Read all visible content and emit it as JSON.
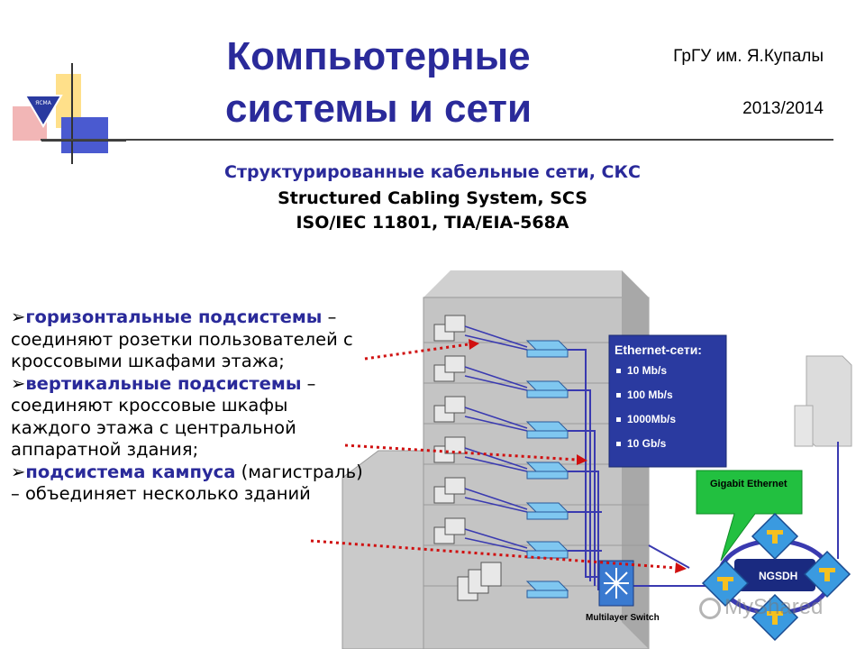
{
  "header": {
    "title_line1": "Компьютерные",
    "title_line2": "системы и сети",
    "org": "ГрГУ им. Я.Купалы",
    "year": "2013/2014",
    "logo_text": "ЯСМА"
  },
  "subtitle": {
    "line1": "Структурированные кабельные сети, СКС",
    "line2": "Structured Cabling System, SCS",
    "line3": "ISO/IEC 11801, TIA/EIA-568A"
  },
  "content": {
    "items": [
      {
        "bullet": "➢",
        "term": "горизонтальные подсистемы",
        "desc": " – соединяют розетки пользователей с кроссовыми шкафами этажа;"
      },
      {
        "bullet": "➢",
        "term": "вертикальные подсистемы",
        "desc": " – соединяют кроссовые шкафы каждого этажа с центральной аппаратной здания;"
      },
      {
        "bullet": "➢",
        "term": "подсистема кампуса",
        "desc": " (магистраль) – объединяет несколько зданий"
      }
    ]
  },
  "diagram": {
    "ethernet_title": "Ethernet-сети:",
    "ethernet_speeds": [
      "10 Mb/s",
      "100 Mb/s",
      "1000Mb/s",
      "10 Gb/s"
    ],
    "gigabit_label": "Gigabit Ethernet",
    "core_label": "NGSDH",
    "switch_label": "Multilayer Switch",
    "colors": {
      "blue_panel": "#2a3aa0",
      "green_callout": "#22c040",
      "title_blue": "#2a2a9a",
      "arrow_red": "#d01010"
    }
  },
  "watermark": {
    "text": "MyShared"
  }
}
